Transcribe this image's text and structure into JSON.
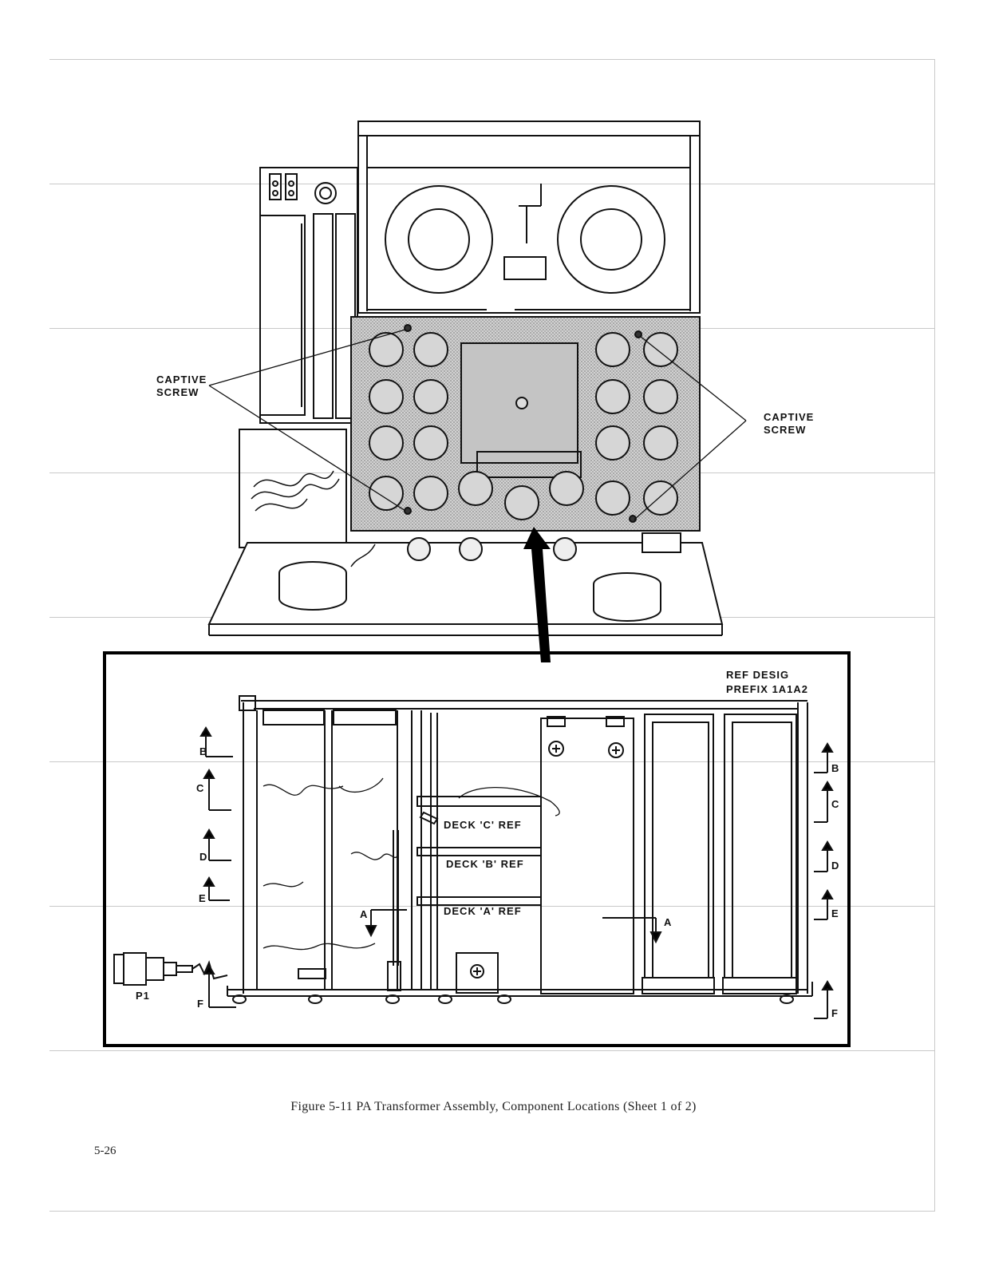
{
  "callouts": {
    "captive_screw_left": "CAPTIVE\nSCREW",
    "captive_screw_right": "CAPTIVE\nSCREW",
    "ref_desig": "REF DESIG",
    "prefix": "PREFIX 1A1A2",
    "deck_c": "DECK 'C' REF",
    "deck_b": "DECK 'B' REF",
    "deck_a": "DECK 'A' REF",
    "connector": "P1"
  },
  "section_markers": {
    "left": [
      "B",
      "C",
      "D",
      "E",
      "F"
    ],
    "right": [
      "B",
      "C",
      "D",
      "E",
      "F"
    ],
    "inner": [
      "A",
      "A"
    ]
  },
  "caption": "Figure 5-11  PA Transformer Assembly, Component Locations (Sheet 1 of 2)",
  "page_number": "5-26"
}
